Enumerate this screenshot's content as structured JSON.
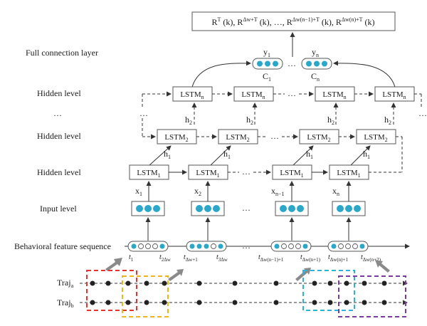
{
  "top_formula": {
    "R": "R",
    "T": "T",
    "k": " (k), ",
    "d1": "Δw+T",
    "d2": "Δw(n−1)+T",
    "d3": "Δw(n)+T",
    "ellipsis": "…, ",
    "k_last": " (k)"
  },
  "levels": {
    "full": "Full connection layer",
    "hidden_n": "Hidden level",
    "dots": "…",
    "hidden_2": "Hidden level",
    "hidden_1": "Hidden level",
    "input": "Input level",
    "seq": "Behavioral feature sequence"
  },
  "lstm": {
    "base": "LSTM",
    "n": "n",
    "two": "2",
    "one": "1"
  },
  "ellipsis": "…",
  "outputs": {
    "y1": "y",
    "y1s": "1",
    "yn": "y",
    "yns": "n",
    "c1": "C",
    "c1s": "1",
    "cn": "C",
    "cns": "n"
  },
  "h": {
    "h": "h",
    "one": "1",
    "two": "2"
  },
  "x": {
    "x1": "x",
    "x1s": "1",
    "x2": "x",
    "x2s": "2",
    "x3": "x",
    "x3s": "n−1",
    "x4": "x",
    "x4s": "n"
  },
  "t": {
    "t1": "t",
    "t1s": "1",
    "t2": "t",
    "t2s": "2Δw",
    "t3": "t",
    "t3s": "Δw+1",
    "t4": "t",
    "t4s": "3Δw",
    "t5": "t",
    "t5s": "Δw(n−1)+1",
    "t6": "t",
    "t6s": "Δw(n+1)",
    "t7": "t",
    "t7s": "Δw(n)+1",
    "t8": "t",
    "t8s": "Δw(n+2)"
  },
  "traj": {
    "a": "Traj",
    "as": "a",
    "b": "Traj",
    "bs": "b"
  },
  "colors": {
    "dot": "#2aa7c9",
    "red": "#e8322e",
    "yellow": "#f0b41c",
    "cyan": "#2cb4d8",
    "purple": "#7b3aa3"
  }
}
